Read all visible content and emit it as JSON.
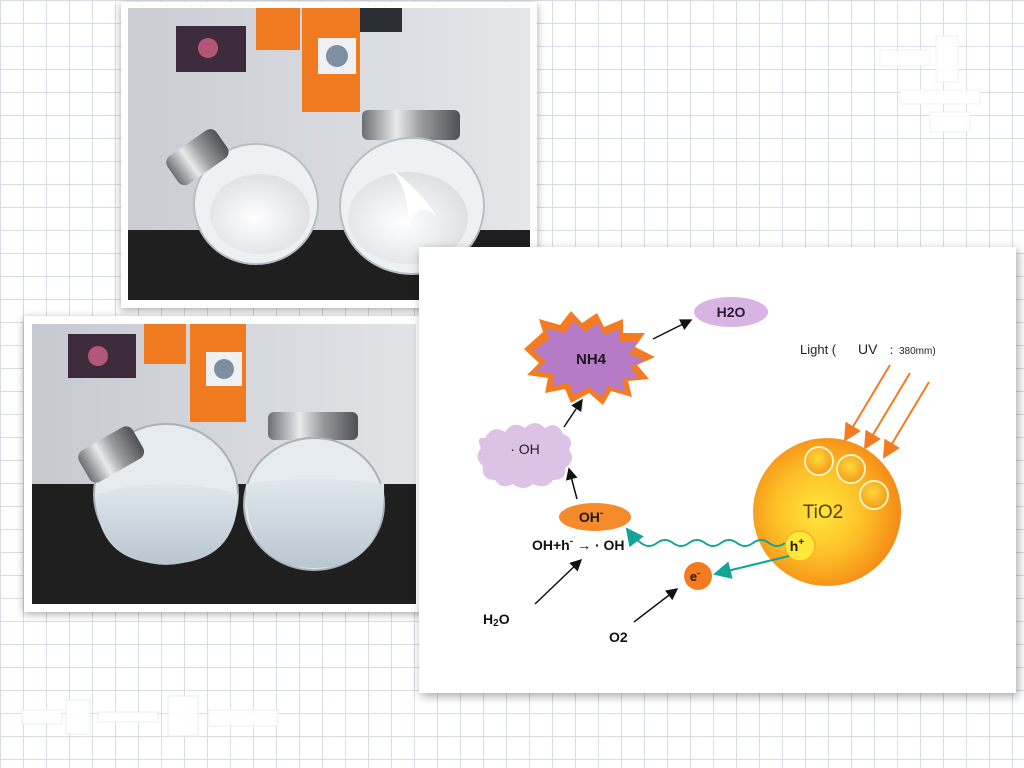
{
  "diagram": {
    "h2o_top": "H2O",
    "nh4": "NH4",
    "light_label": "Light (",
    "uv_label": "UV",
    "wavelength_label": "：380mm)",
    "oh_radical": "· OH",
    "oh_minus": "OH",
    "oh_minus_sup": "-",
    "reaction_prefix": "OH+h",
    "reaction_sup": "-",
    "reaction_suffix": "→ · OH",
    "tio2": "TiO2",
    "hole_base": "h",
    "hole_sup": "+",
    "electron_base": "e",
    "electron_sup": "-",
    "h2o_bottom_h": "H",
    "h2o_bottom_sub": "2",
    "h2o_bottom_o": "O",
    "o2": "O2"
  },
  "colors": {
    "orange_accent": "#f47b20",
    "lavender": "#d8b4e2",
    "purple": "#b57bc7",
    "teal": "#12a39a",
    "sphere_orange": "#f79a1e",
    "sphere_light": "#ffe03a"
  }
}
